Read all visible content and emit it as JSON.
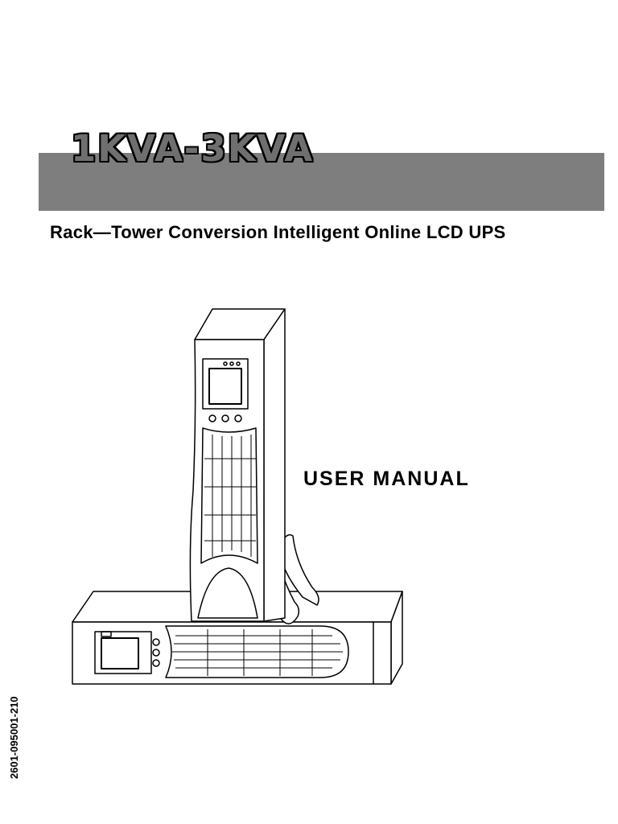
{
  "cover": {
    "title": "1KVA-3KVA",
    "subtitle": "Rack—Tower Conversion Intelligent Online LCD UPS",
    "manual_label": "USER MANUAL",
    "doc_code": "2601-095001-210"
  },
  "colors": {
    "band": "#7e7e7e",
    "title_fill": "#6f6f6f",
    "ink": "#000000"
  },
  "illustration": {
    "icons": [
      "ups-tower-icon",
      "ups-rack-icon",
      "stand-bracket-icon"
    ]
  }
}
